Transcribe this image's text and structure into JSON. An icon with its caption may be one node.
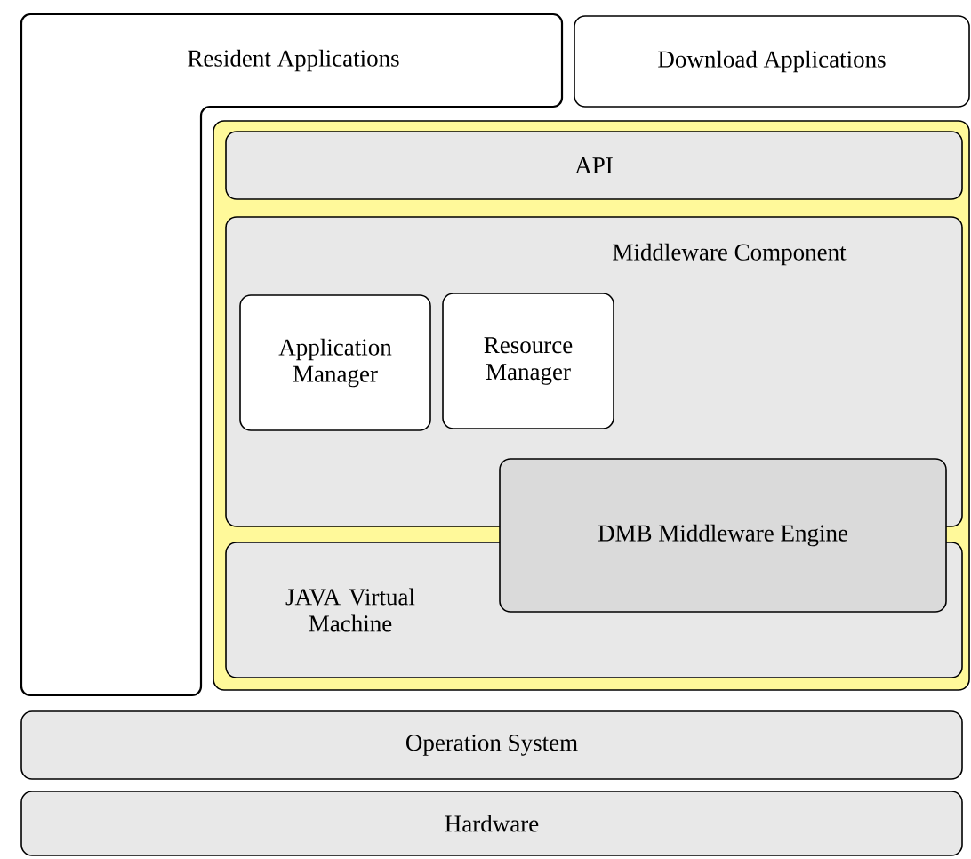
{
  "diagram": {
    "nodes": [
      {
        "text": [
          "Resident Applications"
        ]
      },
      {
        "text": [
          "Download Applications"
        ]
      },
      {
        "text": [],
        "shape": "box"
      },
      {
        "text": [
          "API"
        ],
        "in": 2
      },
      {
        "text": [
          "Middleware Component"
        ],
        "in": 2
      },
      {
        "text": [
          "Application Manager"
        ],
        "in": 4
      },
      {
        "text": [
          "Resource Manager"
        ],
        "in": 4
      },
      {
        "text": [
          "JAVA Virtual Machine"
        ],
        "in": 2
      },
      {
        "text": [
          "DMB Middleware Engine"
        ],
        "in": 2
      },
      {
        "text": [
          "Operation System"
        ]
      },
      {
        "text": [
          "Hardware"
        ]
      }
    ]
  }
}
